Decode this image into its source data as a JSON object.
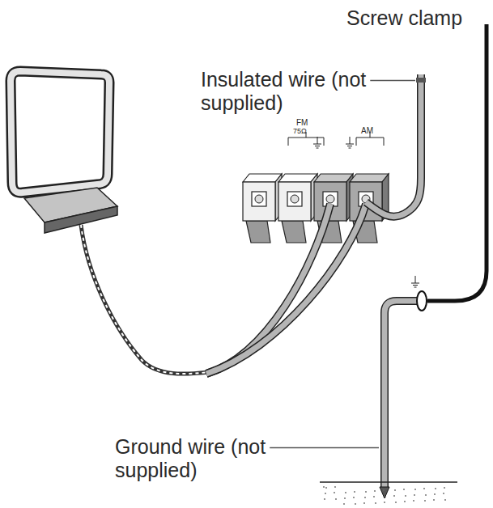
{
  "diagram": {
    "labels": [
      "Screw clamp",
      "Insulated wire (not supplied)",
      "FM",
      "75Ω",
      "AM",
      "Ground wire (not supplied)"
    ]
  }
}
